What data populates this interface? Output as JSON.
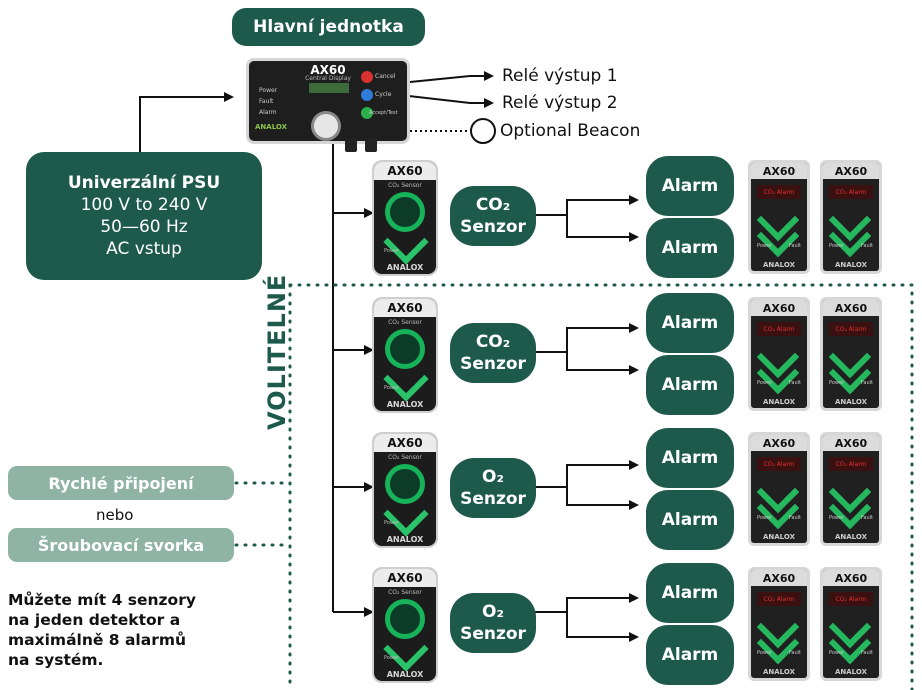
{
  "main_unit": {
    "title": "Hlavní jednotka",
    "display_brand": "AX60",
    "display_caption": "Central Display",
    "leds": [
      "Power",
      "Fault",
      "Alarm"
    ],
    "buttons": [
      "Cancel",
      "Cycle",
      "Accept/Test"
    ],
    "logo": "ANALOX"
  },
  "outputs": [
    "Relé výstup 1",
    "Relé výstup 2"
  ],
  "beacon": "Optional Beacon",
  "psu": {
    "title": "Univerzální PSU",
    "line1": "100 V to 240 V",
    "line2": "50—60 Hz",
    "line3": "AC vstup"
  },
  "optional_label": "VOLITELNÉ",
  "connection": {
    "quick": "Rychlé připojení",
    "or": "nebo",
    "screw": "Šroubovací svorka"
  },
  "note": [
    "Můžete mít 4 senzory",
    "na jeden detektor a",
    "maximálně 8 alarmů",
    "na systém."
  ],
  "sensor_device": {
    "brand": "AX60",
    "caption": "CO₂ Sensor",
    "power": "Power",
    "logo": "ANALOX"
  },
  "alarm_device": {
    "brand": "AX60",
    "caption": "CO₂ Alarm",
    "power": "Power",
    "fault": "Fault",
    "logo": "ANALOX"
  },
  "sensors": [
    {
      "line1": "CO₂",
      "line2": "Senzor",
      "alarms": [
        "Alarm",
        "Alarm"
      ]
    },
    {
      "line1": "CO₂",
      "line2": "Senzor",
      "alarms": [
        "Alarm",
        "Alarm"
      ]
    },
    {
      "line1": "O₂",
      "line2": "Senzor",
      "alarms": [
        "Alarm",
        "Alarm"
      ]
    },
    {
      "line1": "O₂",
      "line2": "Senzor",
      "alarms": [
        "Alarm",
        "Alarm"
      ]
    }
  ],
  "colors": {
    "primary": "#1d5a4b",
    "secondary": "#8fb3a5",
    "accent_green": "#2ac36a"
  }
}
